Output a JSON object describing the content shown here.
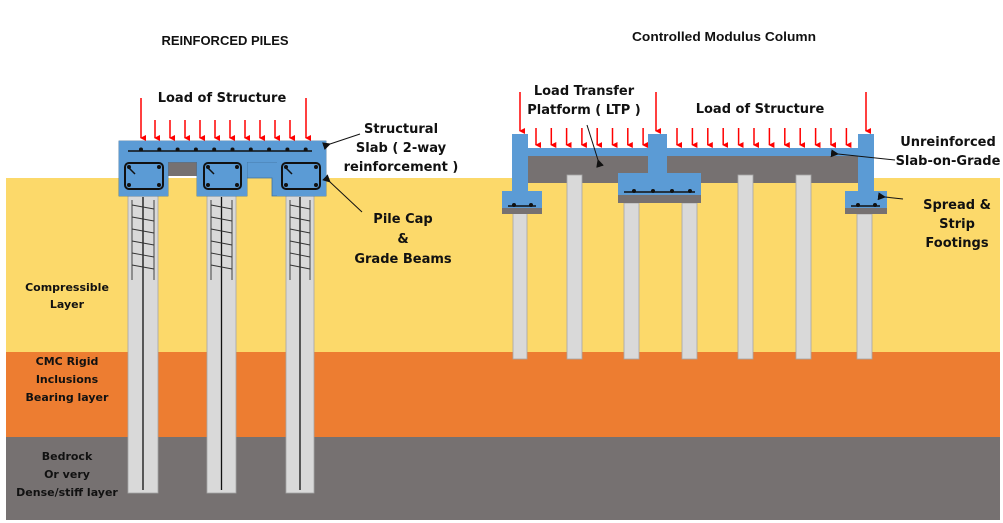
{
  "titles": {
    "left": "REINFORCED PILES",
    "right": "Controlled Modulus Column"
  },
  "colors": {
    "compressible_layer": "#FCD96A",
    "bearing_layer": "#ED7D31",
    "bedrock_layer": "#767171",
    "concrete_blue": "#5B9BD5",
    "pile_gray": "#D9D9D9",
    "load_arrow": "#FF0000",
    "ltp_gray": "#767171"
  },
  "soil_layers": [
    {
      "label_lines": [
        "Compressible",
        "Layer"
      ]
    },
    {
      "label_lines": [
        "CMC Rigid",
        "Inclusions",
        "Bearing layer"
      ]
    },
    {
      "label_lines": [
        "Bedrock",
        "Or very",
        "Dense/stiff layer"
      ]
    }
  ],
  "left_diagram": {
    "load_label": "Load of Structure",
    "slab_label_lines": [
      "Structural",
      "Slab ( 2-way",
      "reinforcement )"
    ],
    "pile_cap_label_lines": [
      "Pile Cap",
      "&",
      "Grade Beams"
    ],
    "pile_count": 3
  },
  "right_diagram": {
    "ltp_label_lines": [
      "Load Transfer",
      "Platform ( LTP )"
    ],
    "load_label": "Load of Structure",
    "slab_label_lines": [
      "Unreinforced",
      "Slab-on-Grade"
    ],
    "footing_label_lines": [
      "Spread &",
      "Strip",
      "Footings"
    ],
    "column_count": 7
  }
}
